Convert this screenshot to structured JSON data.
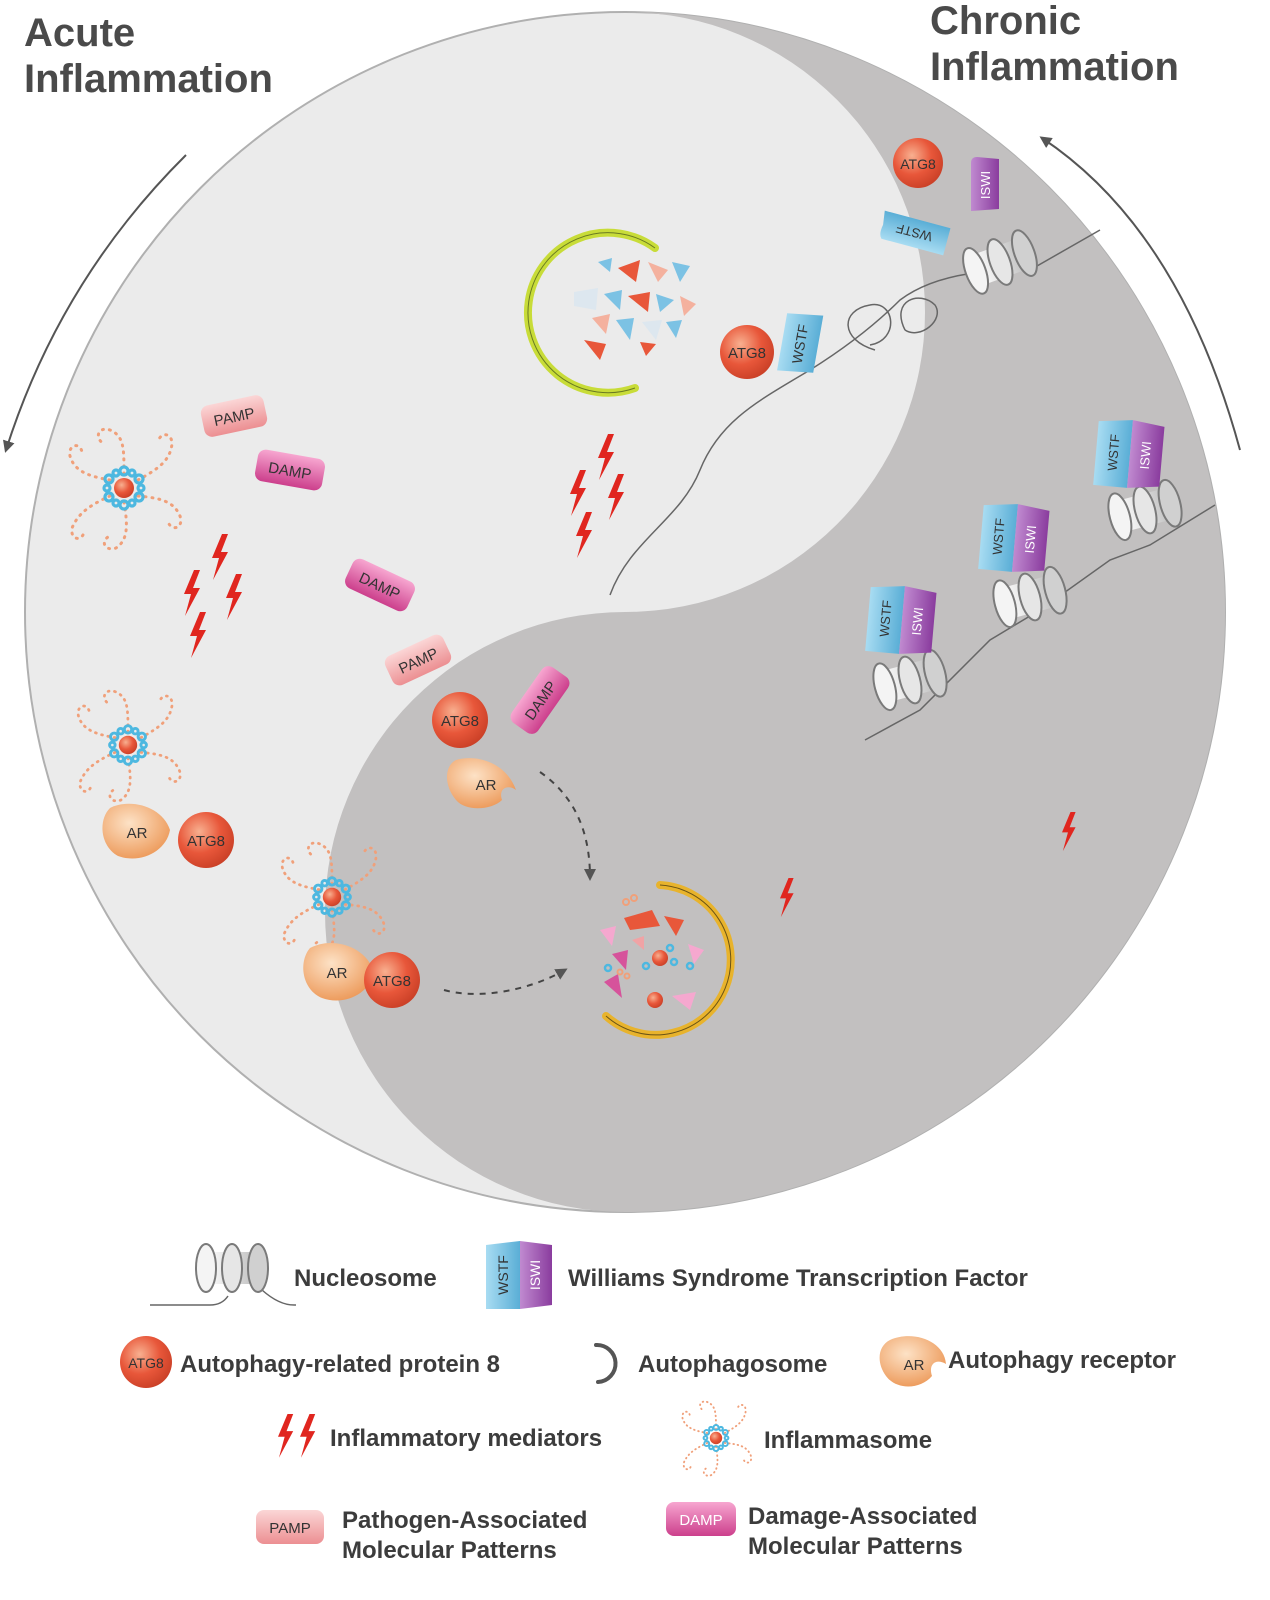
{
  "titles": {
    "acute_line1": "Acute",
    "acute_line2": "Inflammation",
    "chronic_line1": "Chronic",
    "chronic_line2": "Inflammation"
  },
  "labels": {
    "atg8": "ATG8",
    "wstf": "WSTF",
    "iswi": "ISWI",
    "pamp": "PAMP",
    "damp": "DAMP",
    "ar": "AR"
  },
  "legend": {
    "nucleosome": "Nucleosome",
    "wstf": "Williams Syndrome Transcription Factor",
    "atg8": "Autophagy-related protein 8",
    "autophagosome": "Autophagosome",
    "autophagy_receptor": "Autophagy receptor",
    "mediators": "Inflammatory mediators",
    "inflammasome": "Inflammasome",
    "pamp_line1": "Pathogen-Associated",
    "pamp_line2": "Molecular Patterns",
    "damp_line1": "Damage-Associated",
    "damp_line2": "Molecular Patterns"
  },
  "colors": {
    "acute_bg": "#ebebeb",
    "chronic_bg": "#c2c0c0",
    "atg8": "#e8573a",
    "wstf": "#7cc2e4",
    "iswi": "#9d4fae",
    "pamp": "#f0a3a5",
    "damp": "#d6539b",
    "ar": "#f0a368",
    "autophagosome_gold": "#e8b32c",
    "autophagosome_green": "#c8dc38",
    "mediator_red": "#e0261f"
  }
}
